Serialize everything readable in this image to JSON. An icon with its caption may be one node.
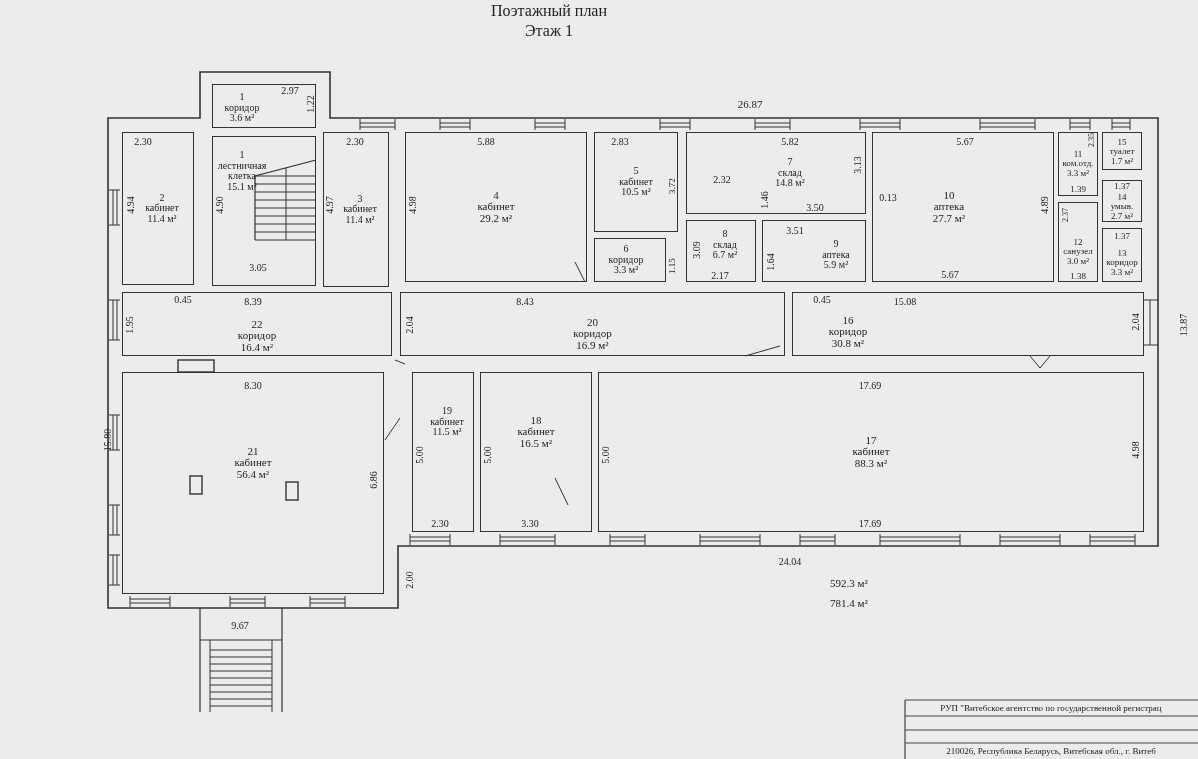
{
  "diagram": {
    "title": "Поэтажный план",
    "nodes": [
      {
        "text": [
          "1",
          "коридор",
          "3.6 м²"
        ]
      },
      {
        "text": [
          "1",
          "лестничная клетка",
          "15.1 м²"
        ]
      },
      {
        "text": [
          "2",
          "кабинет",
          "11.4 м²"
        ]
      },
      {
        "text": [
          "3",
          "кабинет",
          "11.4 м²"
        ]
      },
      {
        "text": [
          "4",
          "кабинет",
          "29.2 м²"
        ]
      },
      {
        "text": [
          "5",
          "кабинет",
          "10.5 м²"
        ]
      },
      {
        "text": [
          "6",
          "коридор",
          "3.3 м²"
        ]
      },
      {
        "text": [
          "7",
          "склад",
          "14.8 м²"
        ]
      },
      {
        "text": [
          "8",
          "склад",
          "6.7 м²"
        ]
      },
      {
        "text": [
          "9",
          "аптека",
          "5.9 м²"
        ]
      },
      {
        "text": [
          "10",
          "аптека",
          "27.7 м²"
        ]
      },
      {
        "text": [
          "11",
          "ком.отд.",
          "3.3 м²"
        ]
      },
      {
        "text": [
          "12",
          "санузел",
          "3.0 м²"
        ]
      },
      {
        "text": [
          "13",
          "коридор",
          "3.3 м²"
        ]
      },
      {
        "text": [
          "14",
          "умыв.",
          "2.7 м²"
        ]
      },
      {
        "text": [
          "15",
          "туалет",
          "1.7 м²"
        ]
      },
      {
        "text": [
          "16",
          "коридор",
          "30.8 м²"
        ]
      },
      {
        "text": [
          "17",
          "кабинет",
          "88.3 м²"
        ]
      },
      {
        "text": [
          "18",
          "кабинет",
          "16.5 м²"
        ]
      },
      {
        "text": [
          "19",
          "кабинет",
          "11.5 м²"
        ]
      },
      {
        "text": [
          "20",
          "коридор",
          "16.9 м²"
        ]
      },
      {
        "text": [
          "21",
          "кабинет",
          "56.4 м²"
        ]
      },
      {
        "text": [
          "22",
          "коридор",
          "16.4 м²"
        ]
      }
    ],
    "labels": [
      "Этаж 1",
      "2.97",
      "1.22",
      "2.30",
      "2.30",
      "5.88",
      "2.83",
      "26.87",
      "5.82",
      "5.67",
      "2.35",
      "4.94",
      "4.90",
      "4.97",
      "4.98",
      "3.72",
      "2.32",
      "1.46",
      "3.13",
      "0.13",
      "3.50",
      "1.37",
      "1.39",
      "4.89",
      "2.37",
      "3.09",
      "3.51",
      "1.64",
      "1.37",
      "1.15",
      "2.17",
      "5.67",
      "1.38",
      "3.05",
      "0.45",
      "8.39",
      "8.43",
      "0.45",
      "15.08",
      "1.95",
      "2.04",
      "2.04",
      "13.87",
      "15.80",
      "8.30",
      "17.69",
      "5.00",
      "5.00",
      "5.00",
      "6.86",
      "4.98",
      "2.30",
      "3.30",
      "17.69",
      "24.04",
      "2.00",
      "9.67",
      "592.3 м²",
      "781.4 м²",
      "РУП \"Витебское агентство по государственной регистрац",
      "210026, Республика Беларусь, Витебская обл., г. Витеб"
    ]
  }
}
